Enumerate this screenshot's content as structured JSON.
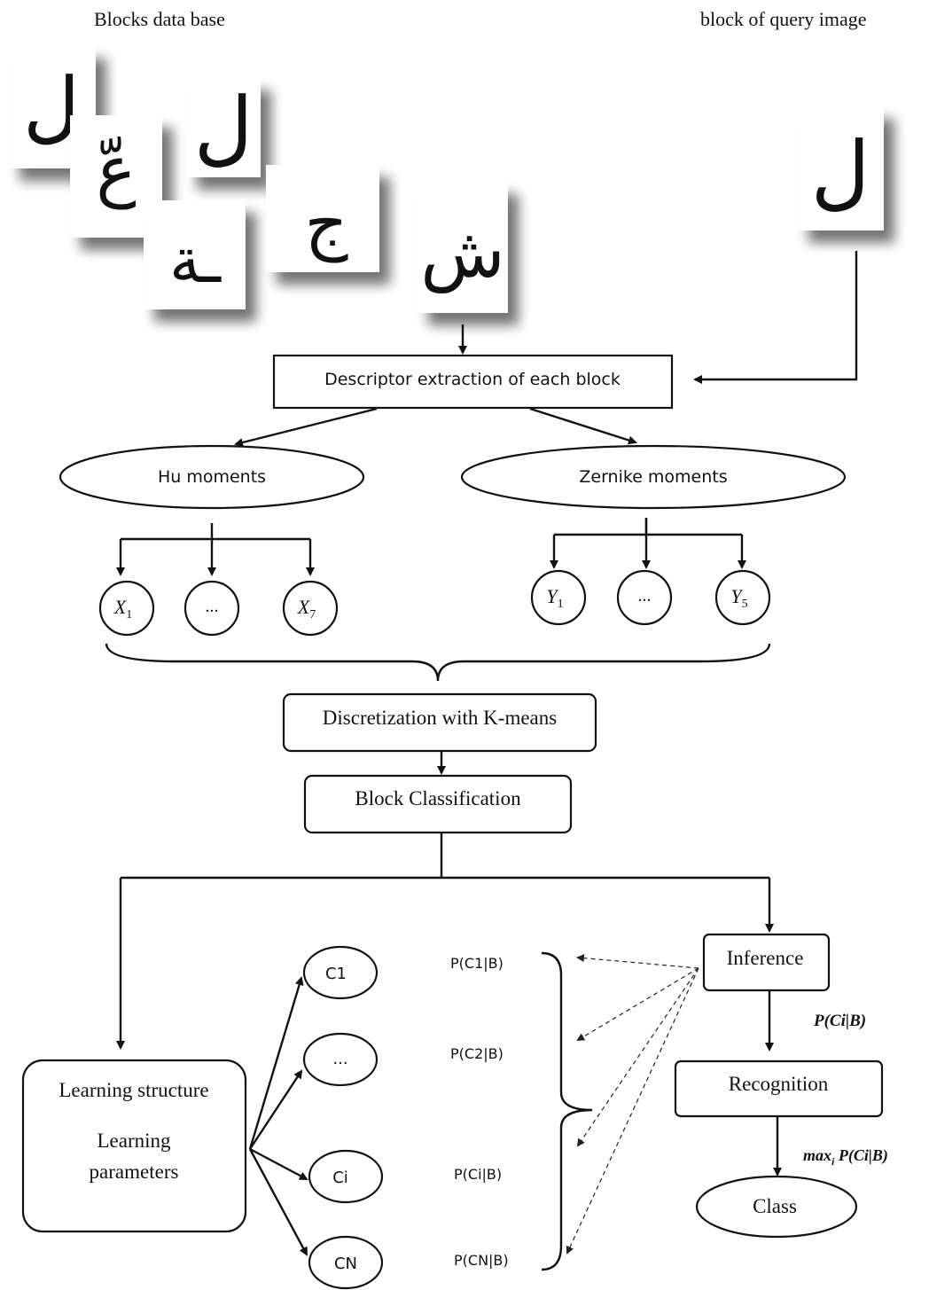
{
  "header": {
    "database_title": "Blocks data base",
    "query_title": "block of query image"
  },
  "glyphs": {
    "db_blocks": [
      "ل",
      "عّ",
      "ل",
      "ـة",
      "ج",
      "ش"
    ],
    "query_block": "ل"
  },
  "nodes": {
    "descriptor": "Descriptor extraction of each block",
    "hu": "Hu moments",
    "zernike": "Zernike moments",
    "x_first": "X",
    "x_first_sub": "1",
    "x_dots": "...",
    "x_last": "X",
    "x_last_sub": "7",
    "y_first": "Y",
    "y_first_sub": "1",
    "y_dots": "...",
    "y_last": "Y",
    "y_last_sub": "5",
    "discretization": "Discretization with K-means",
    "classification": "Block Classification",
    "learning_structure": "Learning structure",
    "learning_params_1": "Learning",
    "learning_params_2": "parameters",
    "c1": "C1",
    "c_dots": "...",
    "ci": "Ci",
    "cn": "CN",
    "inference": "Inference",
    "recognition": "Recognition",
    "class": "Class"
  },
  "probabilities": {
    "p_c1": "P(C1|B)",
    "p_c2": "P(C2|B)",
    "p_ci": "P(Ci|B)",
    "p_cn": "P(CN|B)",
    "inference_out": "P(Ci|B)",
    "recognition_out_prefix": "max",
    "recognition_out_sub": "i",
    "recognition_out_suffix": " P(Ci|B)"
  }
}
